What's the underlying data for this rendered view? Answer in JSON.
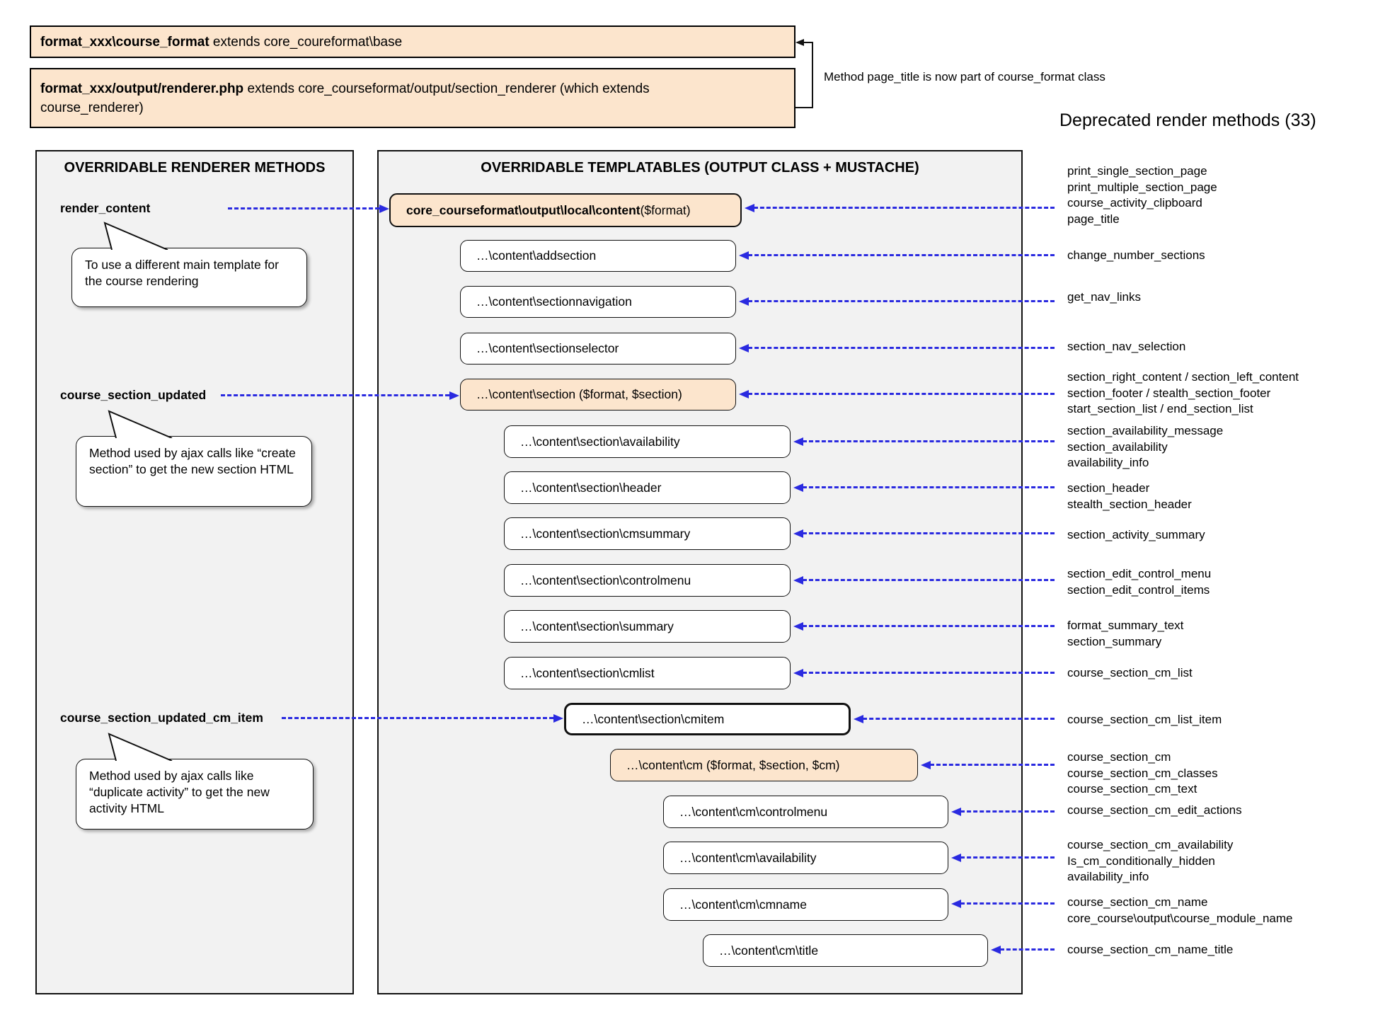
{
  "header": {
    "box1": {
      "bold": "format_xxx\\course_format",
      "rest": " extends core_coureformat\\base"
    },
    "box2": {
      "bold": "format_xxx/output/renderer.php",
      "rest": " extends core_courseformat/output/section_renderer (which extends course_renderer)"
    },
    "bracket_note": "Method page_title is now part of course_format class",
    "deprecated_title": "Deprecated render methods (33)"
  },
  "left_panel": {
    "title": "OVERRIDABLE RENDERER METHODS",
    "methods": [
      {
        "label": "render_content",
        "note": "To use a different main template for the course rendering"
      },
      {
        "label": "course_section_updated",
        "note": "Method used by ajax calls like “create section” to get the new section HTML"
      },
      {
        "label": "course_section_updated_cm_item",
        "note": "Method used by ajax calls like “duplicate activity” to get the new activity HTML"
      }
    ]
  },
  "middle_panel": {
    "title": "OVERRIDABLE TEMPLATABLES (OUTPUT CLASS + MUSTACHE)",
    "boxes": [
      {
        "bold": "core_courseformat\\output\\local\\content",
        "rest": " ($format)"
      },
      {
        "text": "…\\content\\addsection"
      },
      {
        "text": "…\\content\\sectionnavigation"
      },
      {
        "text": "…\\content\\sectionselector"
      },
      {
        "text": "…\\content\\section ($format, $section)"
      },
      {
        "text": "…\\content\\section\\availability"
      },
      {
        "text": "…\\content\\section\\header"
      },
      {
        "text": "…\\content\\section\\cmsummary"
      },
      {
        "text": "…\\content\\section\\controlmenu"
      },
      {
        "text": "…\\content\\section\\summary"
      },
      {
        "text": "…\\content\\section\\cmlist"
      },
      {
        "text": "…\\content\\section\\cmitem"
      },
      {
        "text": "…\\content\\cm ($format, $section, $cm)"
      },
      {
        "text": "…\\content\\cm\\controlmenu"
      },
      {
        "text": "…\\content\\cm\\availability"
      },
      {
        "text": "…\\content\\cm\\cmname"
      },
      {
        "text": "…\\content\\cm\\title"
      }
    ]
  },
  "deprecated": {
    "groups": [
      {
        "lines": [
          "print_single_section_page",
          "print_multiple_section_page",
          "course_activity_clipboard",
          "page_title"
        ]
      },
      {
        "lines": [
          "change_number_sections"
        ]
      },
      {
        "lines": [
          "get_nav_links"
        ]
      },
      {
        "lines": [
          "section_nav_selection"
        ]
      },
      {
        "lines": [
          "section_right_content / section_left_content",
          "section_footer / stealth_section_footer",
          "start_section_list / end_section_list"
        ]
      },
      {
        "lines": [
          "section_availability_message",
          "section_availability",
          "availability_info"
        ]
      },
      {
        "lines": [
          "section_header",
          "stealth_section_header"
        ]
      },
      {
        "lines": [
          "section_activity_summary"
        ]
      },
      {
        "lines": [
          "section_edit_control_menu",
          "section_edit_control_items"
        ]
      },
      {
        "lines": [
          "format_summary_text",
          "section_summary"
        ]
      },
      {
        "lines": [
          "course_section_cm_list"
        ]
      },
      {
        "lines": [
          "course_section_cm_list_item"
        ]
      },
      {
        "lines": [
          "course_section_cm",
          "course_section_cm_classes",
          "course_section_cm_text"
        ]
      },
      {
        "lines": [
          "course_section_cm_edit_actions"
        ]
      },
      {
        "lines": [
          "course_section_cm_availability",
          "Is_cm_conditionally_hidden",
          "availability_info"
        ]
      },
      {
        "lines": [
          "course_section_cm_name",
          "core_course\\output\\course_module_name"
        ]
      },
      {
        "lines": [
          "course_section_cm_name_title"
        ]
      }
    ]
  },
  "colors": {
    "accent_orange": "#fce5cd",
    "panel_gray": "#f2f2f2",
    "arrow_blue": "#2a2ae0"
  }
}
